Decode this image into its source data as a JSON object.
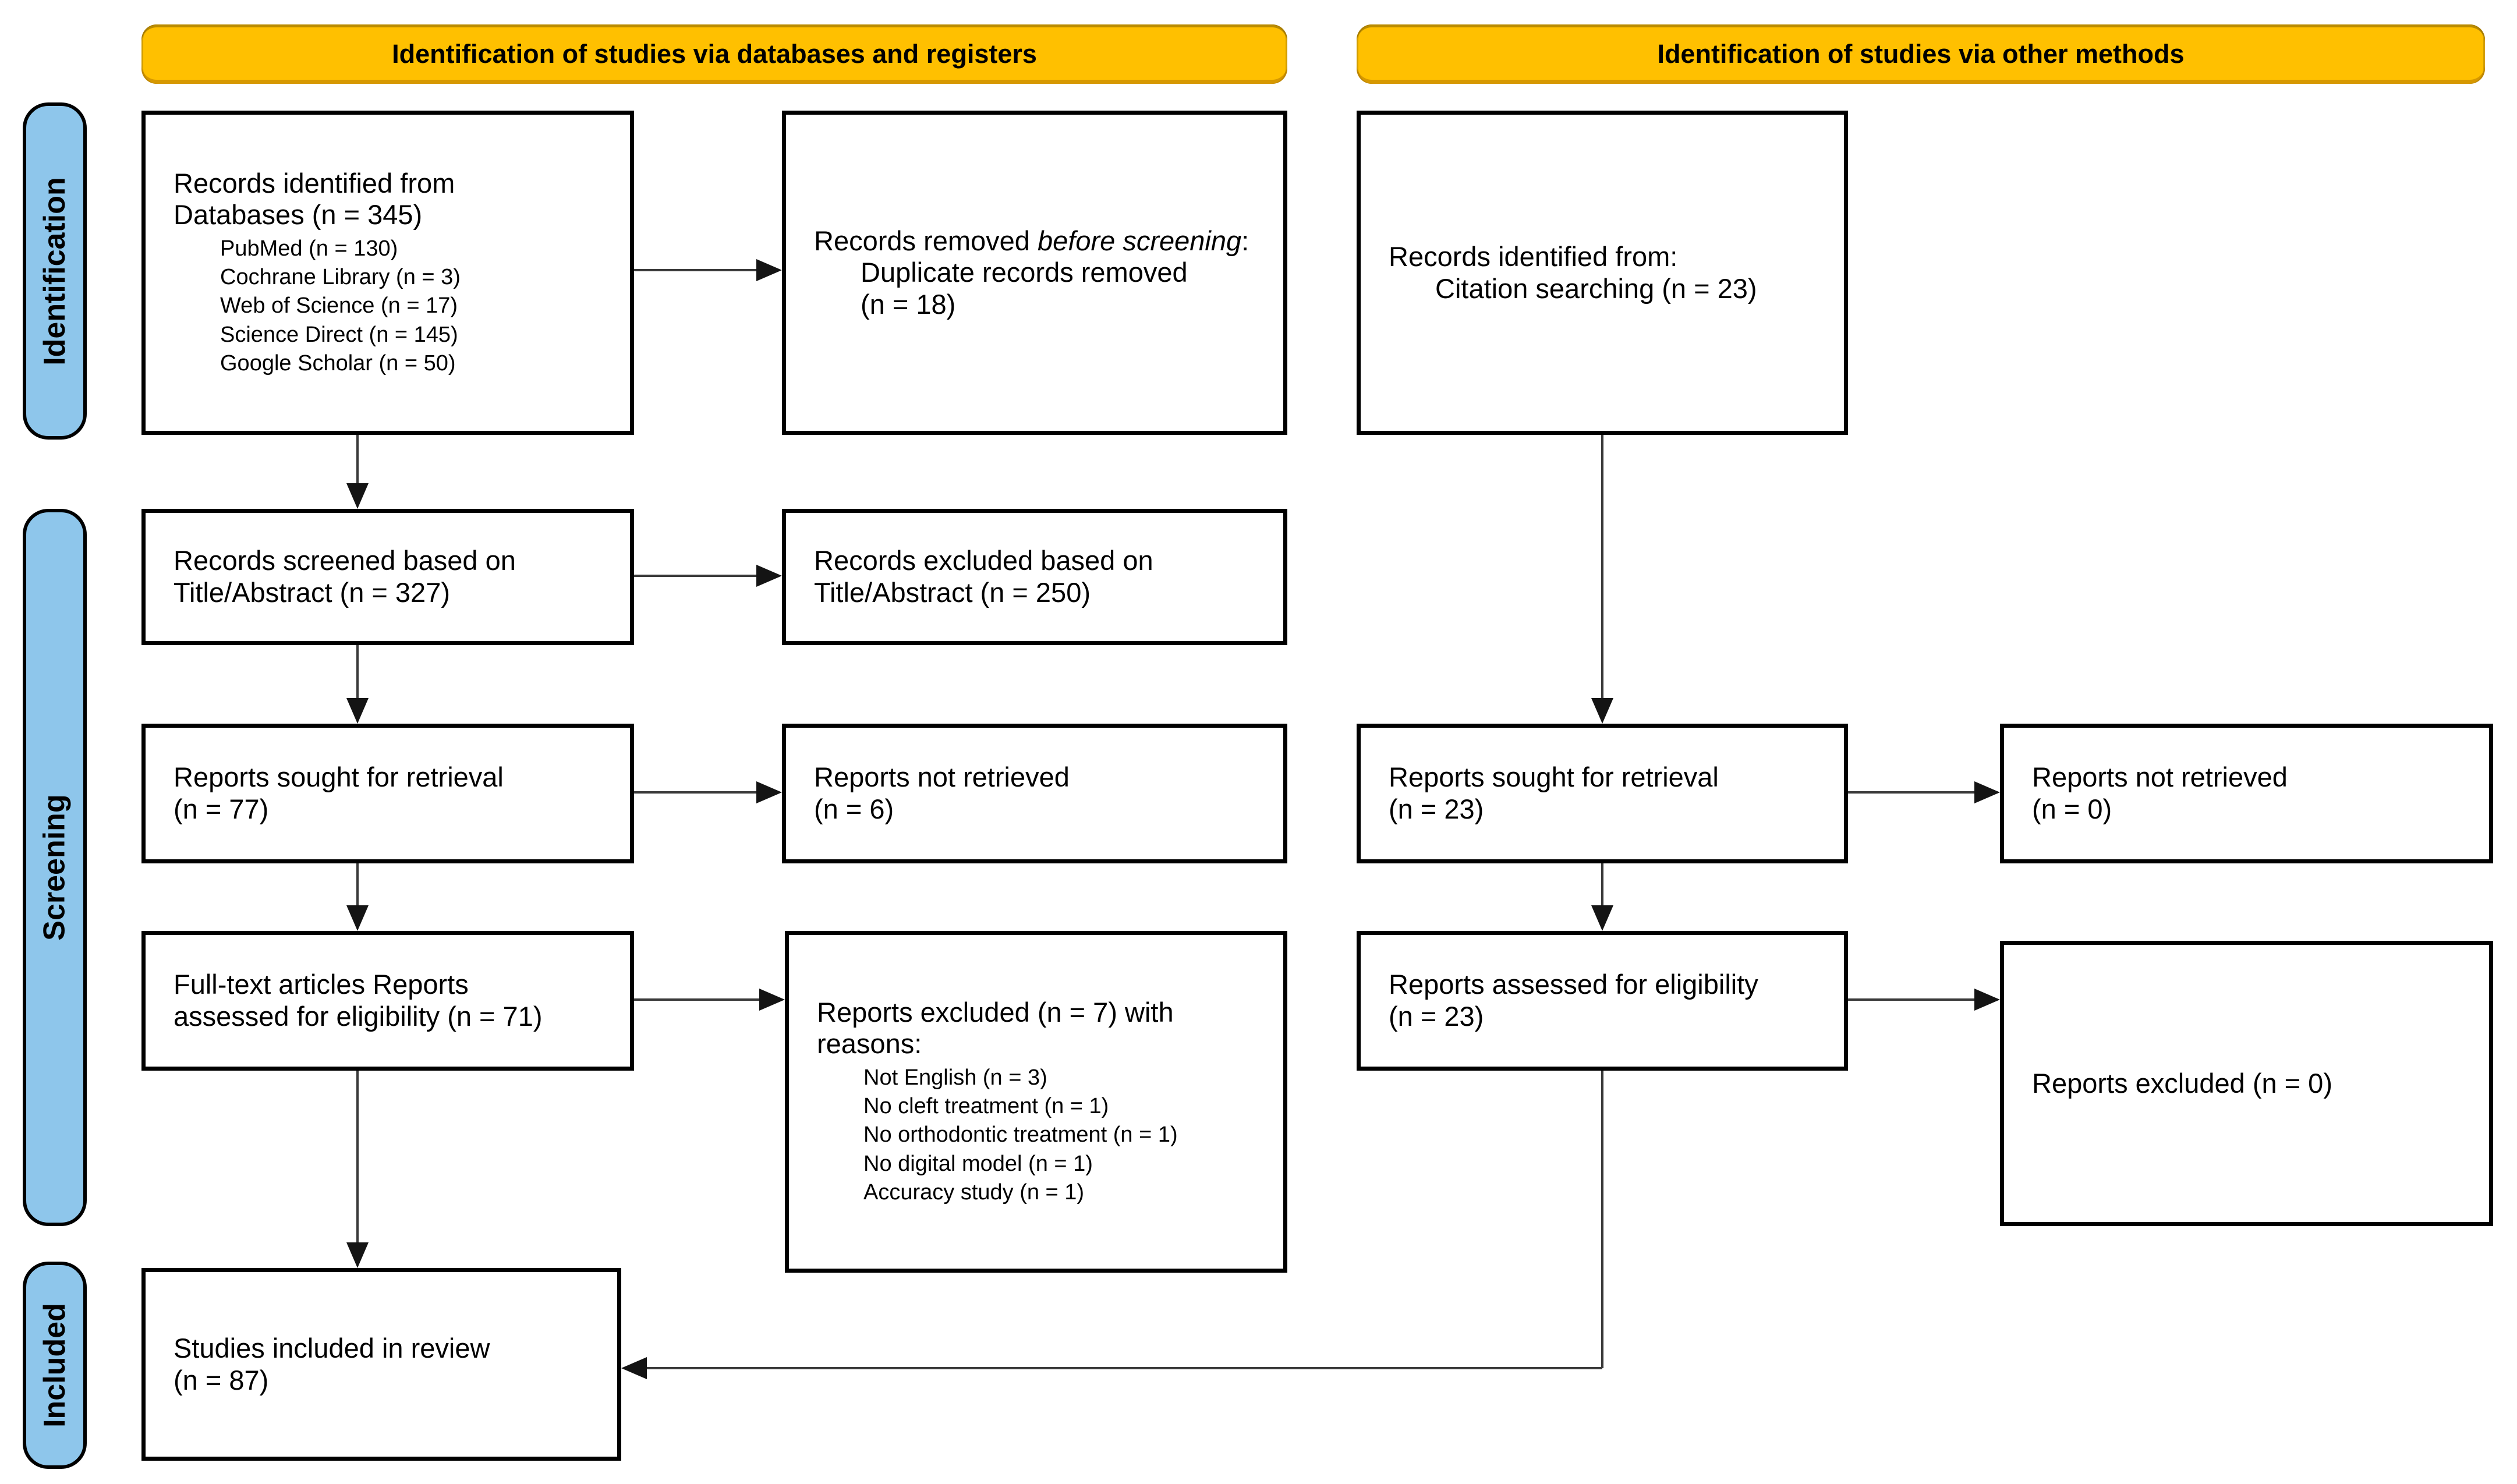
{
  "banners": {
    "databases": "Identification of studies via databases and registers",
    "other_methods": "Identification of studies via other methods"
  },
  "stage_labels": {
    "identification": "Identification",
    "screening": "Screening",
    "included": "Included"
  },
  "boxes": {
    "records_identified": {
      "lines": [
        "Records identified from",
        "Databases (n = 345)"
      ],
      "items": [
        "PubMed (n = 130)",
        "Cochrane Library (n = 3)",
        "Web of Science (n = 17)",
        "Science Direct (n = 145)",
        "Google Scholar (n = 50)"
      ]
    },
    "records_removed": {
      "text_before_italic": "Records removed ",
      "italic_text": "before screening",
      "text_after_italic": ":",
      "items": [
        "Duplicate records removed",
        "(n = 18)"
      ]
    },
    "records_identified_other": {
      "lines": [
        "Records identified from:"
      ],
      "items": [
        "Citation searching (n = 23)"
      ]
    },
    "records_screened": {
      "lines": [
        "Records screened based on",
        "Title/Abstract (n = 327)"
      ]
    },
    "records_excluded": {
      "lines": [
        "Records excluded based on",
        "Title/Abstract (n = 250)"
      ]
    },
    "reports_sought_db": {
      "lines": [
        "Reports sought for retrieval",
        "(n = 77)"
      ]
    },
    "reports_not_retrieved_db": {
      "lines": [
        "Reports not retrieved",
        "(n = 6)"
      ]
    },
    "reports_sought_other": {
      "lines": [
        "Reports sought for retrieval",
        "(n = 23)"
      ]
    },
    "reports_not_retrieved_other": {
      "lines": [
        "Reports not retrieved",
        "(n = 0)"
      ]
    },
    "fulltext_assessed": {
      "lines": [
        "Full-text articles Reports",
        "assessed for eligibility (n = 71)"
      ]
    },
    "reports_excluded_reasons": {
      "lines": [
        "Reports excluded (n = 7) with",
        "reasons:"
      ],
      "items": [
        "Not English (n = 3)",
        "No cleft treatment (n = 1)",
        "No orthodontic treatment (n = 1)",
        "No digital model (n = 1)",
        "Accuracy study (n = 1)"
      ]
    },
    "reports_assessed_other": {
      "lines": [
        "Reports assessed for eligibility",
        "(n = 23)"
      ]
    },
    "reports_excluded_other": {
      "lines": [
        "Reports excluded (n = 0)"
      ]
    },
    "studies_included": {
      "lines": [
        "Studies included in review",
        "(n = 87)"
      ]
    }
  },
  "colors": {
    "banner_fill": "#FFC000",
    "stage_fill": "#8EC6EB",
    "box_border": "#000000",
    "arrow_line": "#3a3a3a",
    "arrow_head": "#141414",
    "text": "#000000"
  }
}
